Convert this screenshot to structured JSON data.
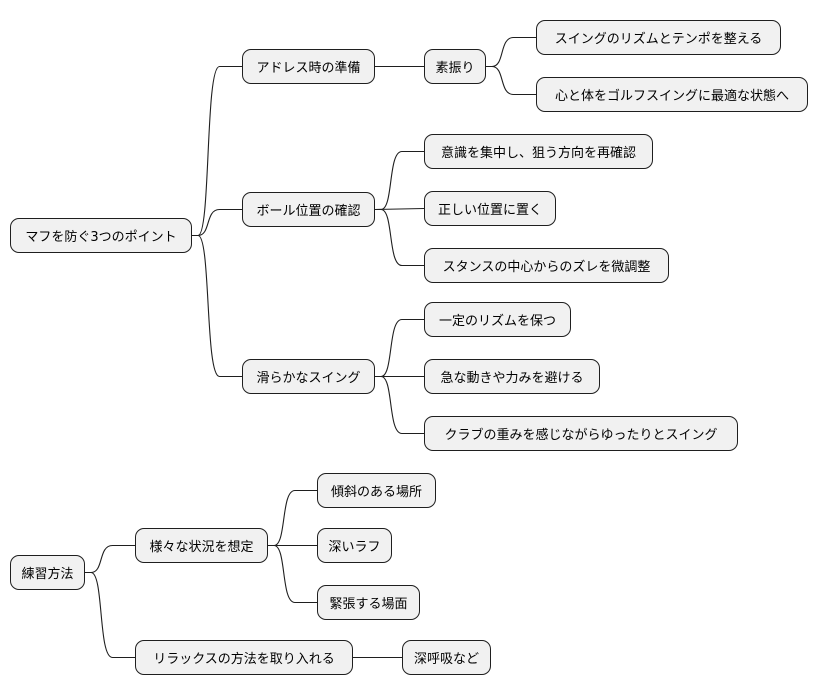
{
  "mindmaps": [
    {
      "root": "マフを防ぐ3つのポイント",
      "branches": [
        {
          "label": "アドレス時の準備",
          "children": [
            {
              "label": "素振り",
              "children": [
                "スイングのリズムとテンポを整える",
                "心と体をゴルフスイングに最適な状態へ"
              ]
            }
          ]
        },
        {
          "label": "ボール位置の確認",
          "children": [
            "意識を集中し、狙う方向を再確認",
            "正しい位置に置く",
            "スタンスの中心からのズレを微調整"
          ]
        },
        {
          "label": "滑らかなスイング",
          "children": [
            "一定のリズムを保つ",
            "急な動きや力みを避ける",
            "クラブの重みを感じながらゆったりとスイング"
          ]
        }
      ]
    },
    {
      "root": "練習方法",
      "branches": [
        {
          "label": "様々な状況を想定",
          "children": [
            "傾斜のある場所",
            "深いラフ",
            "緊張する場面"
          ]
        },
        {
          "label": "リラックスの方法を取り入れる",
          "children": [
            "深呼吸など"
          ]
        }
      ]
    }
  ]
}
